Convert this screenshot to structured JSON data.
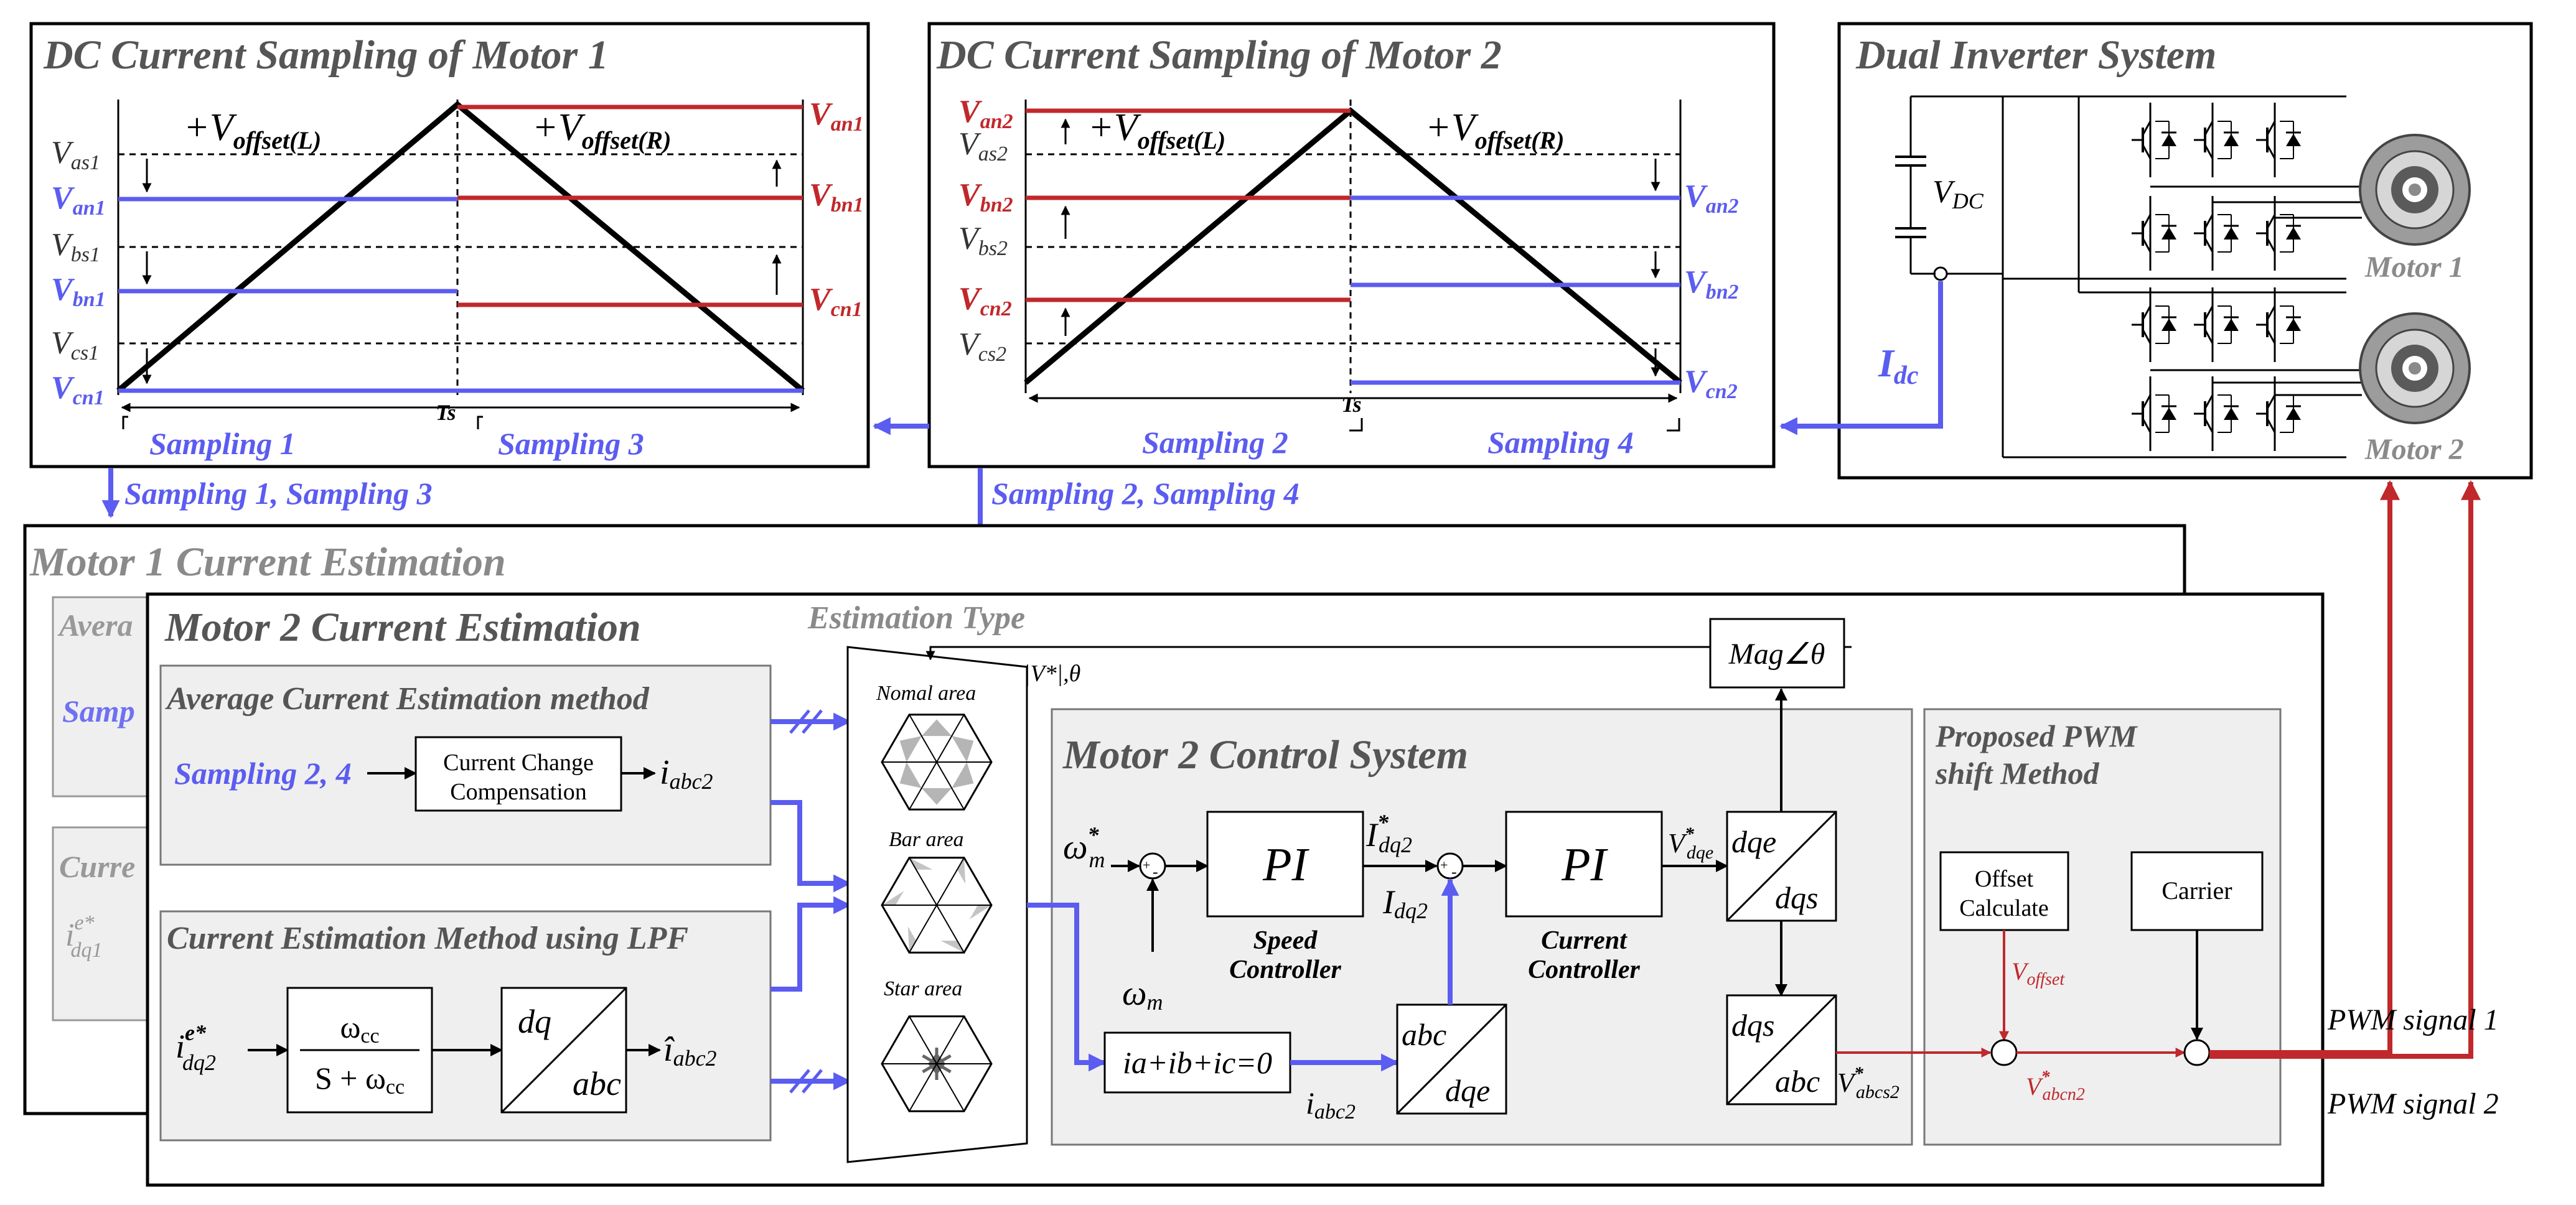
{
  "colors": {
    "blue": "#5b5cf0",
    "red": "#c0282c",
    "panel_bg": "#efefef",
    "gray_text": "#808080",
    "black": "#000000"
  },
  "sampling1": {
    "title": "DC Current Sampling of Motor 1",
    "offset_left": "+V",
    "offset_left_sub": "offset(L)",
    "offset_right": "+V",
    "offset_right_sub": "offset(R)",
    "left_labels": [
      {
        "main": "V",
        "sub": "as1"
      },
      {
        "main": "V",
        "sub": "an1"
      },
      {
        "main": "V",
        "sub": "bs1"
      },
      {
        "main": "V",
        "sub": "bn1"
      },
      {
        "main": "V",
        "sub": "cs1"
      },
      {
        "main": "V",
        "sub": "cn1"
      }
    ],
    "right_labels": [
      {
        "main": "V",
        "sub": "an1"
      },
      {
        "main": "V",
        "sub": "bn1"
      },
      {
        "main": "V",
        "sub": "cn1"
      }
    ],
    "ts": "Ts",
    "sample_a": "Sampling 1",
    "sample_b": "Sampling 3"
  },
  "sampling2": {
    "title": "DC Current Sampling of Motor 2",
    "offset_left": "+V",
    "offset_left_sub": "offset(L)",
    "offset_right": "+V",
    "offset_right_sub": "offset(R)",
    "left_labels": [
      {
        "main": "V",
        "sub": "an2"
      },
      {
        "main": "V",
        "sub": "as2"
      },
      {
        "main": "V",
        "sub": "bn2"
      },
      {
        "main": "V",
        "sub": "bs2"
      },
      {
        "main": "V",
        "sub": "cn2"
      },
      {
        "main": "V",
        "sub": "cs2"
      }
    ],
    "right_labels": [
      {
        "main": "V",
        "sub": "an2"
      },
      {
        "main": "V",
        "sub": "bn2"
      },
      {
        "main": "V",
        "sub": "cn2"
      }
    ],
    "ts": "Ts",
    "sample_a": "Sampling 2",
    "sample_b": "Sampling 4"
  },
  "inverter": {
    "title": "Dual Inverter System",
    "vdc_main": "V",
    "vdc_sub": "DC",
    "idc_main": "I",
    "idc_sub": "dc",
    "motor1": "Motor 1",
    "motor2": "Motor 2"
  },
  "links": {
    "s13": "Sampling 1, Sampling 3",
    "s24": "Sampling 2, Sampling 4"
  },
  "motor1_est": {
    "title": "Motor 1 Current Estimation",
    "frag_avg": "Avera",
    "frag_samp": "Samp",
    "frag_curr": "Curre",
    "frag_idq_main": "i",
    "frag_idq_sup": "e*",
    "frag_idq_sub": "dq1"
  },
  "motor2_est": {
    "title": "Motor 2 Current Estimation",
    "avg_method": "Average Current Estimation method",
    "sampling24": "Sampling 2, 4",
    "ccc_line1": "Current Change",
    "ccc_line2": "Compensation",
    "iabc2_main": "i",
    "iabc2_sub": "abc2",
    "lpf_method": "Current Estimation Method using LPF",
    "idq2_main": "i",
    "idq2_sup": "e*",
    "idq2_sub": "dq2",
    "lpf_num": "ω",
    "lpf_num_sub": "cc",
    "lpf_den": "S + ω",
    "lpf_den_sub": "cc",
    "dq": "dq",
    "abc": "abc",
    "ihat_main": "î",
    "ihat_sub": "abc2"
  },
  "est_type": {
    "title": "Estimation Type",
    "normal": "Nomal area",
    "bar": "Bar area",
    "star": "Star area",
    "v_theta": "|V*|,θ"
  },
  "control": {
    "title": "Motor 2 Control System",
    "omega_ref_main": "ω",
    "omega_ref_sup": "*",
    "omega_ref_sub": "m",
    "omega_m_main": "ω",
    "omega_m_sub": "m",
    "pi": "PI",
    "speed_ctrl_1": "Speed",
    "speed_ctrl_2": "Controller",
    "current_ctrl_1": "Current",
    "current_ctrl_2": "Controller",
    "idq2_ref_main": "I",
    "idq2_ref_sup": "*",
    "idq2_ref_sub": "dq2",
    "idq2_main": "I",
    "idq2_sub": "dq2",
    "vdqe_main": "V",
    "vdqe_sup": "*",
    "vdqe_sub": "dqe",
    "mag": "Mag∠θ",
    "dqe": "dqe",
    "dqs": "dqs",
    "abc": "abc",
    "kcl": "ia+ib+ic=0",
    "iabc2_main": "i",
    "iabc2_sub": "abc2",
    "vabcs2_main": "V",
    "vabcs2_sup": "*",
    "vabcs2_sub": "abcs2"
  },
  "pwm": {
    "title_1": "Proposed PWM",
    "title_2": "shift Method",
    "offset_1": "Offset",
    "offset_2": "Calculate",
    "carrier": "Carrier",
    "voffset_main": "V",
    "voffset_sub": "offset",
    "vabcn2_main": "V",
    "vabcn2_sup": "*",
    "vabcn2_sub": "abcn2",
    "signal1": "PWM  signal 1",
    "signal2": "PWM  signal 2"
  }
}
